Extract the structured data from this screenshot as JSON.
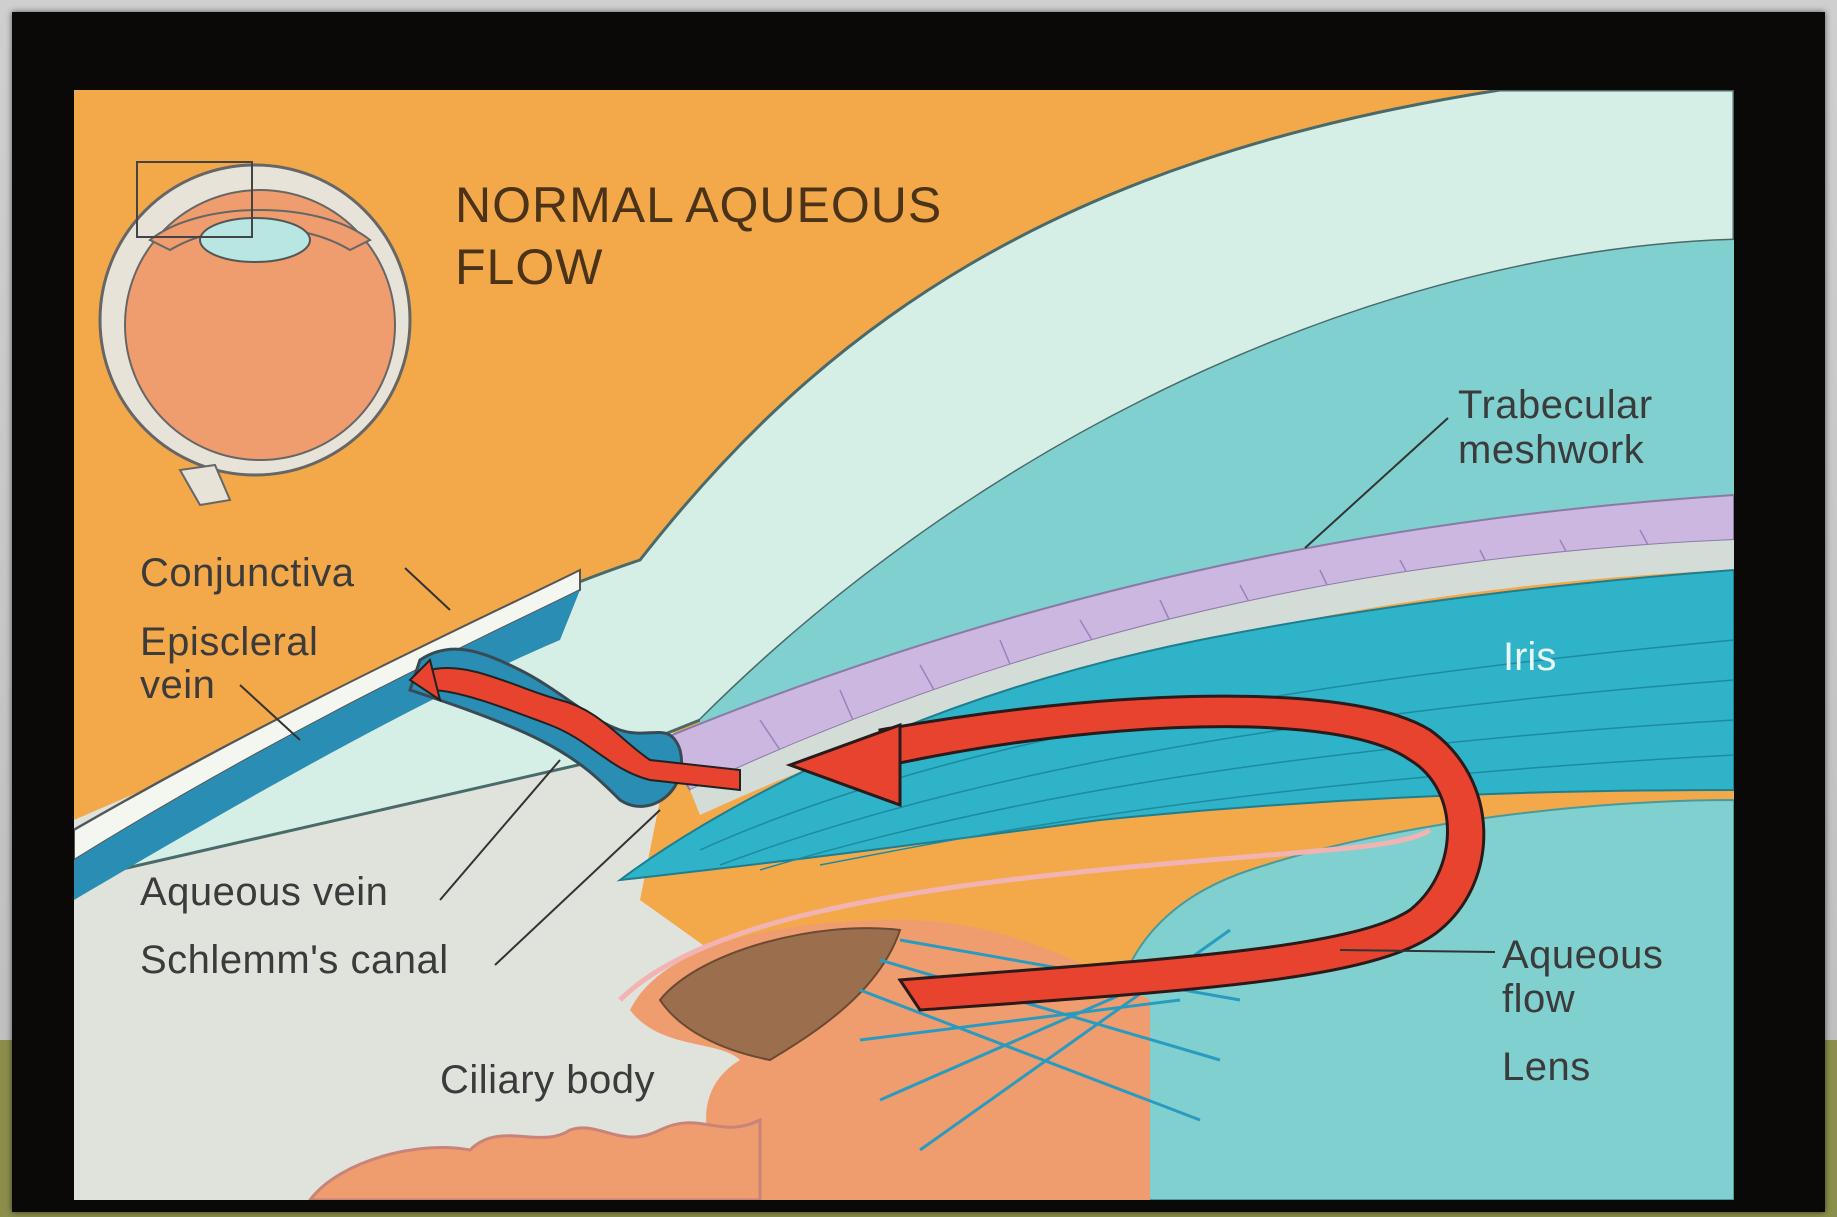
{
  "title": {
    "line1": "NORMAL AQUEOUS",
    "line2": "FLOW"
  },
  "labels": {
    "trabecular_line1": "Trabecular",
    "trabecular_line2": "meshwork",
    "iris": "Iris",
    "conjunctiva": "Conjunctiva",
    "episcleral_line1": "Episcleral",
    "episcleral_line2": "vein",
    "aqueous_vein": "Aqueous vein",
    "schlemms_canal": "Schlemm's canal",
    "ciliary_body": "Ciliary body",
    "aqueous_flow_line1": "Aqueous",
    "aqueous_flow_line2": "flow",
    "lens": "Lens"
  },
  "colors": {
    "background_orange": "#f3a94a",
    "cornea": "#d6efe6",
    "chamber_teal": "#7fd0cf",
    "iris_blue": "#2fb3c8",
    "trabecular_lavender": "#cbb7df",
    "flow_red": "#e8432f",
    "ciliary_brown": "#9b6e4e",
    "sclera_grey": "#dfe3dc",
    "vein_blue": "#2a8db4"
  }
}
